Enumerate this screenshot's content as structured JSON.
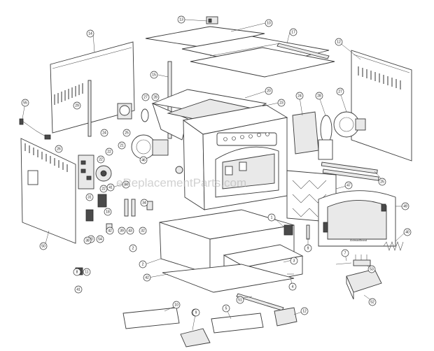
{
  "watermark": "eReplacementParts.com",
  "logo_text": "AnimaxBrand",
  "callouts": [
    "13",
    "10",
    "14",
    "17",
    "12",
    "15",
    "55",
    "27",
    "28",
    "20",
    "23",
    "24",
    "25",
    "21",
    "26",
    "29",
    "31",
    "30",
    "54",
    "11",
    "22",
    "22",
    "22",
    "41",
    "44",
    "42",
    "39",
    "43",
    "32",
    "24",
    "28",
    "27",
    "25",
    "47",
    "49",
    "1",
    "46",
    "34",
    "18",
    "38",
    "40",
    "50",
    "12",
    "9",
    "2",
    "3",
    "8",
    "41",
    "42",
    "4",
    "7",
    "53",
    "52",
    "51",
    "10",
    "11",
    "2",
    "5",
    "9"
  ]
}
